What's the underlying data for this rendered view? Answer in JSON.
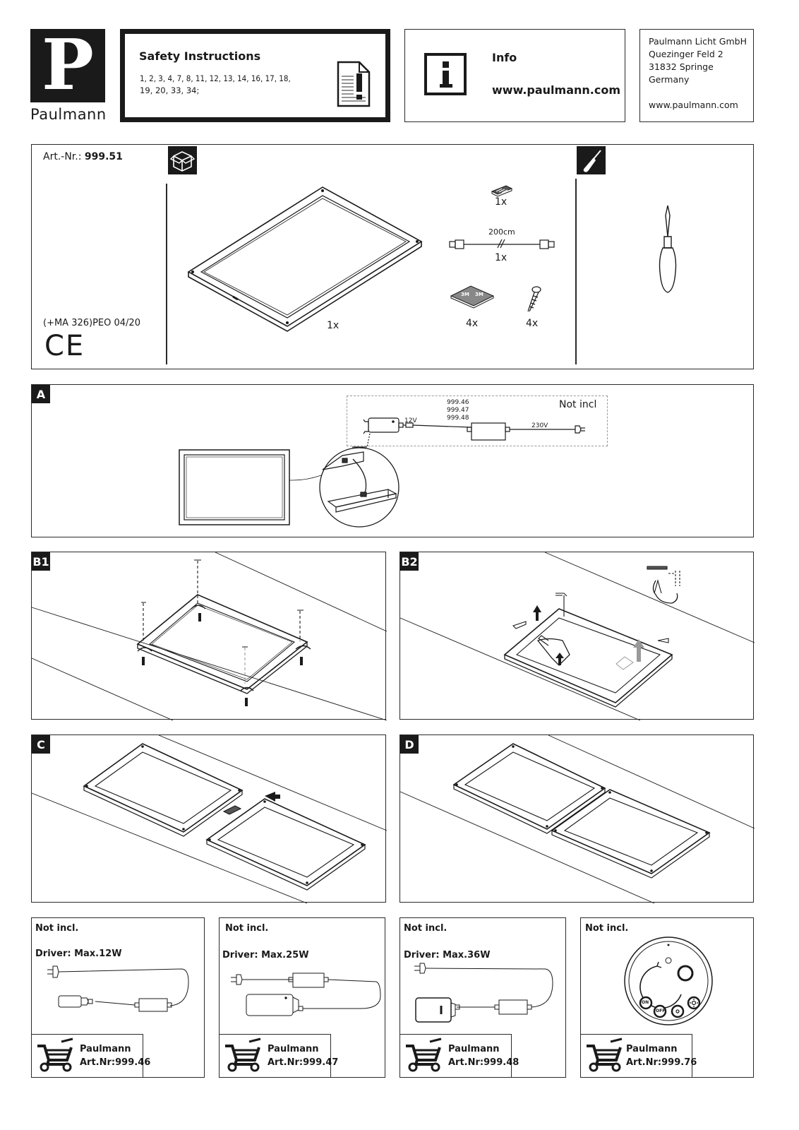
{
  "brand": {
    "name": "Paulmann",
    "logo_letter": "P"
  },
  "safety": {
    "title": "Safety Instructions",
    "line1": "1, 2, 3, 4, 7, 8, 11, 12, 13, 14, 16, 17, 18,",
    "line2": "19, 20, 33, 34;"
  },
  "info": {
    "title": "Info",
    "url": "www.paulmann.com"
  },
  "address": {
    "l1": "Paulmann Licht GmbH",
    "l2": "Quezinger Feld 2",
    "l3": "31832 Springe",
    "l4": "Germany",
    "web": "www.paulmann.com"
  },
  "article": {
    "label": "Art.-Nr.: ",
    "number": "999.51",
    "code": "(+MA 326)PEO 04/20",
    "ce": "CE"
  },
  "contents": {
    "panel_qty": "1x",
    "connector_qty": "1x",
    "cable_length": "200cm",
    "cable_qty": "1x",
    "pad_qty": "4x",
    "screw_qty": "4x",
    "pad_label": "3M"
  },
  "section_a": {
    "label": "A",
    "not_incl": "Not incl",
    "models": [
      "999.46",
      "999.47",
      "999.48"
    ],
    "v_low": "12V",
    "v_high": "230V"
  },
  "section_b1": {
    "label": "B1"
  },
  "section_b2": {
    "label": "B2"
  },
  "section_c": {
    "label": "C"
  },
  "section_d": {
    "label": "D"
  },
  "accessories": [
    {
      "not_incl": "Not incl.",
      "driver": "Driver: Max.12W",
      "brand": "Paulmann",
      "art": "Art.Nr:999.46"
    },
    {
      "not_incl": "Not incl.",
      "driver": "Driver: Max.25W",
      "brand": "Paulmann",
      "art": "Art.Nr:999.47"
    },
    {
      "not_incl": "Not incl.",
      "driver": "Driver: Max.36W",
      "brand": "Paulmann",
      "art": "Art.Nr:999.48"
    },
    {
      "not_incl": "Not incl.",
      "driver": "",
      "brand": "Paulmann",
      "art": "Art.Nr:999.76"
    }
  ],
  "remote": {
    "on": "ON",
    "off": "OFF"
  }
}
